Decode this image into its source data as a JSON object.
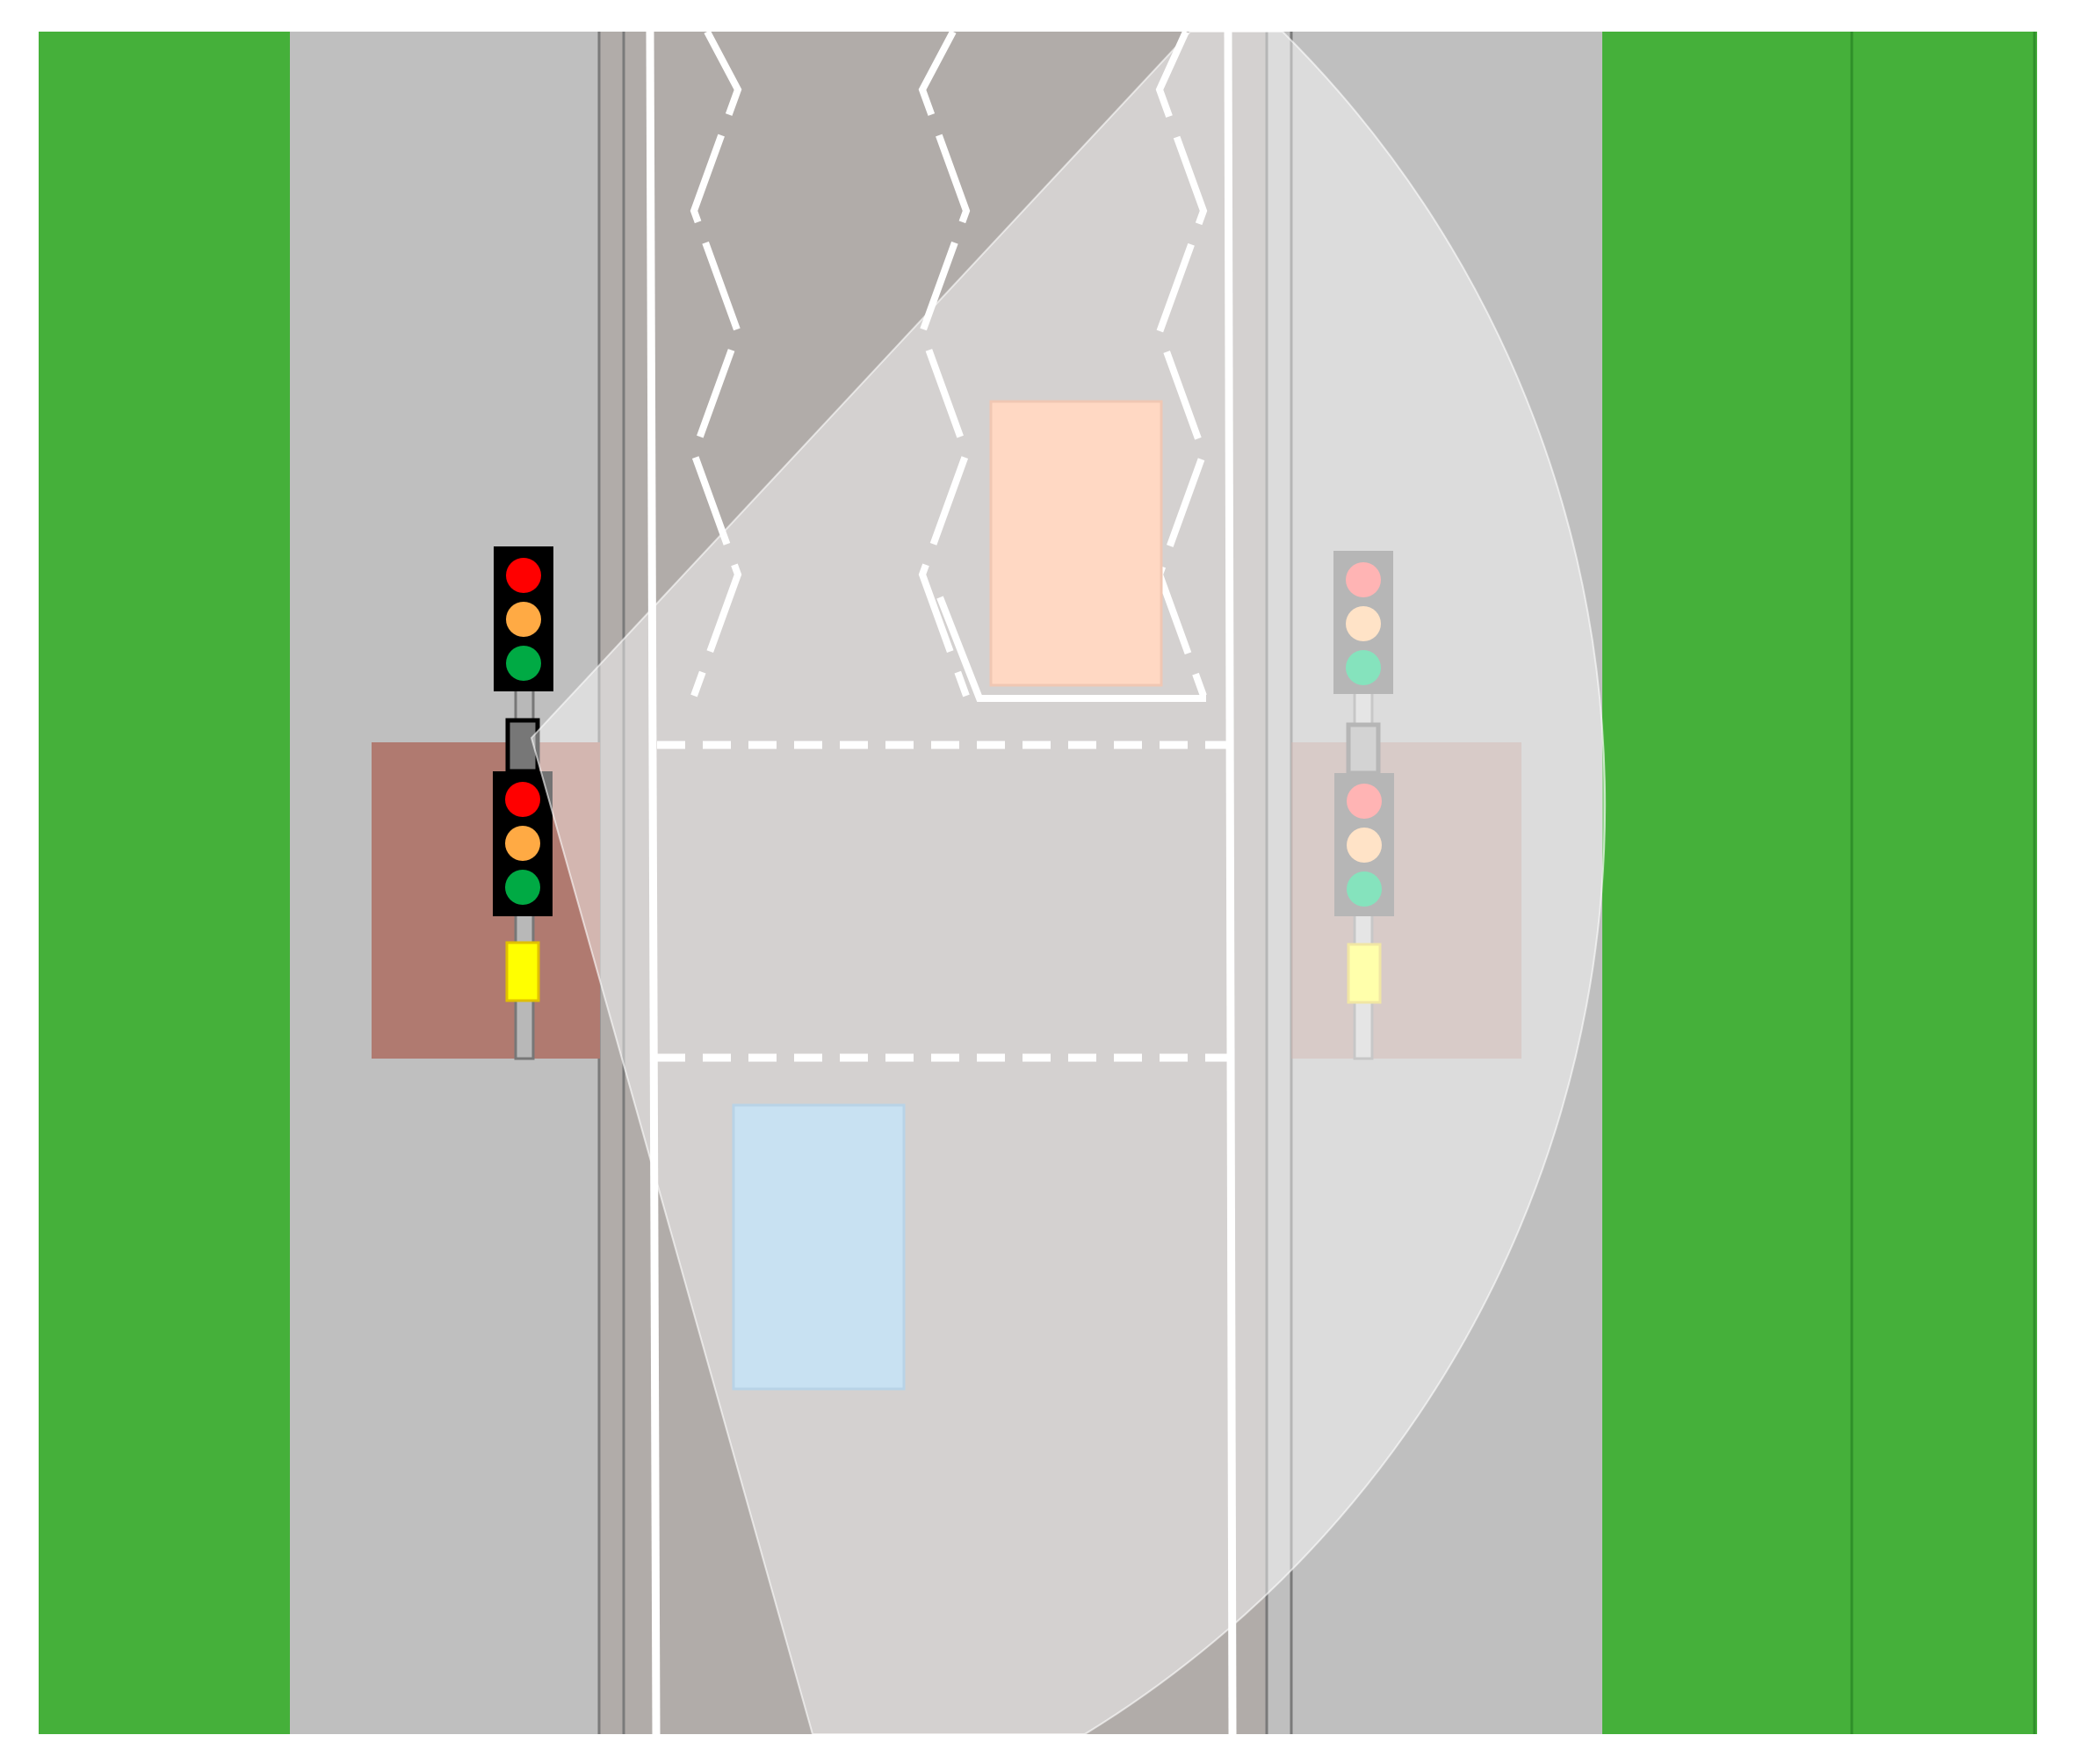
{
  "scene": {
    "type": "road-crossing-diagram",
    "elements": [
      "grass-verge-left",
      "sidewalk-left",
      "road-lane",
      "zigzag-markings",
      "crosswalk",
      "sidewalk-right",
      "grass-verge-right",
      "vehicle-ahead",
      "vehicle-behind",
      "traffic-signal-left",
      "traffic-signal-right",
      "camera-field-of-view"
    ]
  },
  "colors": {
    "grass": "#45b03a",
    "grass_line": "#2f8f2a",
    "sidewalk": "#bfbfbf",
    "road": "#b1aca9",
    "road_edge": "#7a7a7a",
    "marking": "#ffffff",
    "crossing_zone": "#b07a70",
    "vehicle_ahead": "#ffb892",
    "vehicle_behind": "#9cc8e8",
    "signal_housing": "#000000",
    "signal_red": "#ff0000",
    "signal_amber": "#ffaa44",
    "signal_green": "#00aa44",
    "signal_right_green": "#22cc88",
    "push_button": "#ffff00",
    "field_of_view": "#ffffff"
  },
  "signals": {
    "left": {
      "active": true,
      "heads": [
        {
          "lamps": [
            "red",
            "amber",
            "green"
          ]
        },
        {
          "lamps": [
            "red",
            "amber",
            "green"
          ]
        }
      ],
      "push_button": true
    },
    "right": {
      "active": false,
      "heads": [
        {
          "lamps": [
            "red",
            "amber",
            "green"
          ]
        },
        {
          "lamps": [
            "red",
            "amber",
            "green"
          ]
        }
      ],
      "push_button": true
    }
  }
}
